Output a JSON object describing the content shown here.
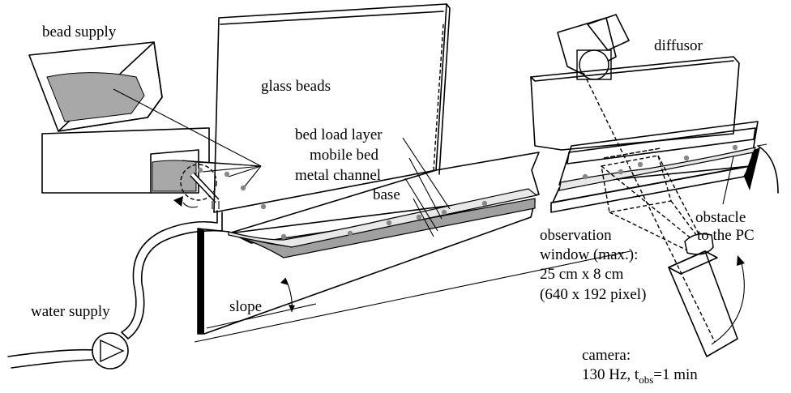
{
  "labels": {
    "bead_supply": "bead supply",
    "glass_beads": "glass beads",
    "diffusor": "diffusor",
    "bed_load_layer": "bed load layer",
    "mobile_bed": "mobile bed",
    "metal_channel": "metal channel",
    "base": "base",
    "obstacle": "obstacle",
    "observation_line1": "observation",
    "observation_line2": "window (max.):",
    "observation_line3": "25 cm x 8 cm",
    "observation_line4": "(640 x 192 pixel)",
    "to_pc": "to the PC",
    "water_supply": "water supply",
    "slope": "slope",
    "camera_line1": "camera:",
    "camera_line2_prefix": "130 Hz, t",
    "camera_line2_sub": "obs",
    "camera_line2_suffix": "=1 min"
  },
  "colors": {
    "base": "#3a3a3a",
    "mobile_bed": "#a0a0a0",
    "bed_load_layer": "#e8e8e8",
    "beads": "#888888",
    "supply_beads": "#a8a8a8",
    "diffusor": "#eeeeee"
  }
}
